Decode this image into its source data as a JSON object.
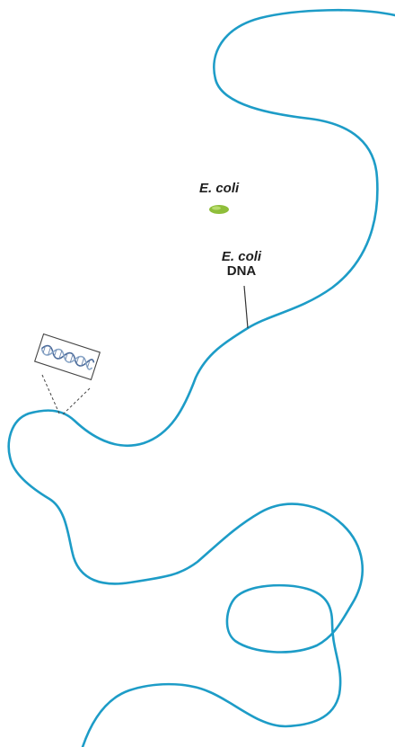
{
  "labels": {
    "ecoli_cell": "E. coli",
    "ecoli_dna_line1": "E. coli",
    "ecoli_dna_line2": "DNA"
  },
  "colors": {
    "dna_strand": "#1d9cc7",
    "ecoli_cell": "#8fbe3a",
    "helix_strand_a": "#4a6a9a",
    "helix_strand_b": "#8aa6c8",
    "leader_line": "#333333",
    "text": "#1e1e1e"
  },
  "elements": {
    "dna_strand": "continuous-loop-dna",
    "ecoli_cell": "ecoli-bacterium-cell",
    "zoom_inset": "double-helix-magnified-inset"
  }
}
